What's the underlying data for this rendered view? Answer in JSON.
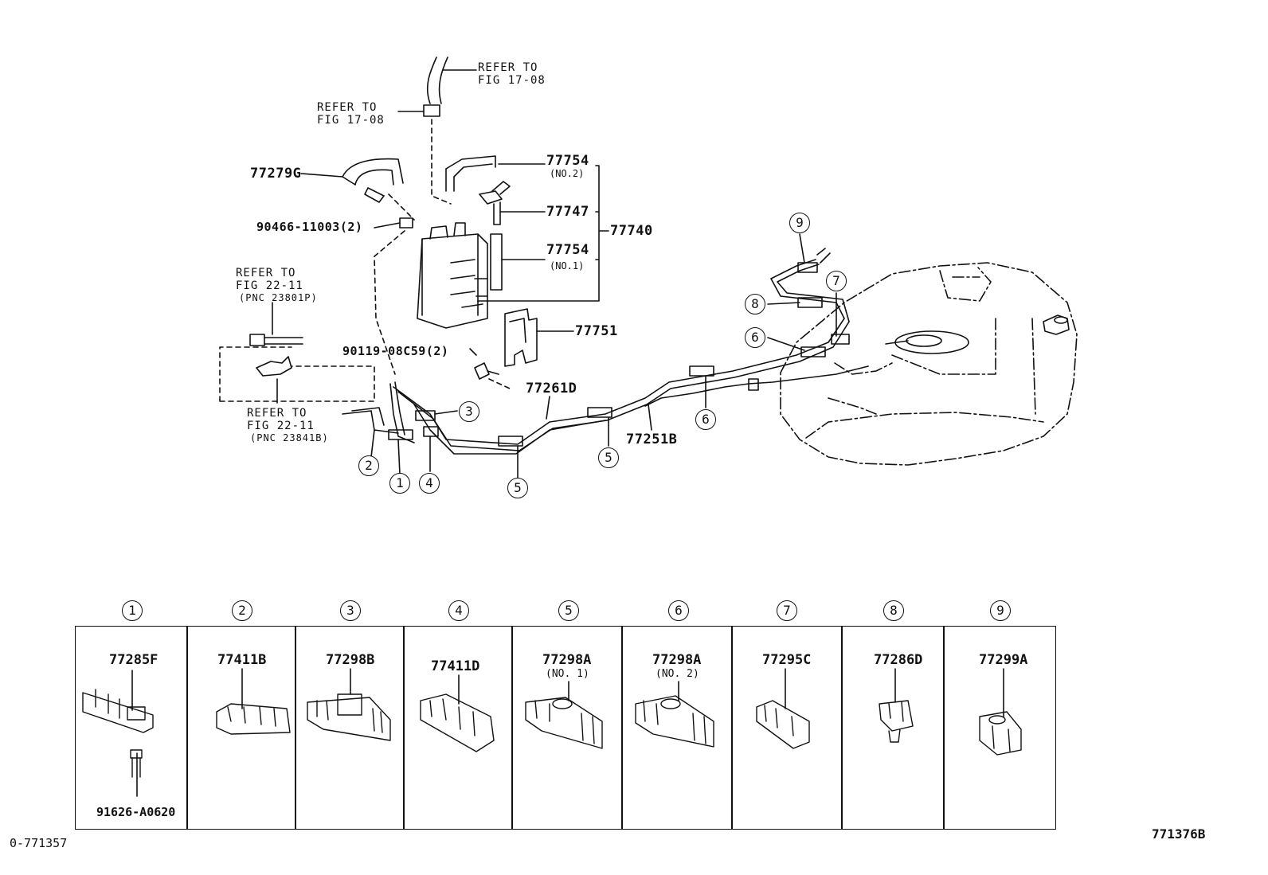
{
  "refs": {
    "r1": [
      "REFER TO",
      "FIG 17-08"
    ],
    "r2": [
      "REFER TO",
      "FIG 17-08"
    ],
    "r3": [
      "REFER TO",
      "FIG 22-11",
      "(PNC 23801P)"
    ],
    "r4": [
      "REFER TO",
      "FIG 22-11",
      "(PNC 23841B)"
    ]
  },
  "parts": {
    "p77279g": "77279G",
    "p77754a": "77754",
    "p77754a_sub": "(NO.2)",
    "p77747": "77747",
    "p77740": "77740",
    "p77754b": "77754",
    "p77754b_sub": "(NO.1)",
    "p90466": "90466-11003(2)",
    "p77751": "77751",
    "p90119": "90119-08C59(2)",
    "p77261d": "77261D",
    "p77251b": "77251B"
  },
  "callouts": {
    "c1": "1",
    "c2": "2",
    "c3": "3",
    "c4": "4",
    "c5a": "5",
    "c5b": "5",
    "c6a": "6",
    "c6b": "6",
    "c7": "7",
    "c8": "8",
    "c9": "9"
  },
  "legend": [
    {
      "num": "1",
      "pn": "77285F",
      "sub": "",
      "extra": "91626-A0620"
    },
    {
      "num": "2",
      "pn": "77411B",
      "sub": "",
      "extra": ""
    },
    {
      "num": "3",
      "pn": "77298B",
      "sub": "",
      "extra": ""
    },
    {
      "num": "4",
      "pn": "77411D",
      "sub": "",
      "extra": ""
    },
    {
      "num": "5",
      "pn": "77298A",
      "sub": "(NO. 1)",
      "extra": ""
    },
    {
      "num": "6",
      "pn": "77298A",
      "sub": "(NO. 2)",
      "extra": ""
    },
    {
      "num": "7",
      "pn": "77295C",
      "sub": "",
      "extra": ""
    },
    {
      "num": "8",
      "pn": "77286D",
      "sub": "",
      "extra": ""
    },
    {
      "num": "9",
      "pn": "77299A",
      "sub": "",
      "extra": ""
    }
  ],
  "footer": {
    "left_code": "0-771357",
    "right_code": "771376B"
  }
}
